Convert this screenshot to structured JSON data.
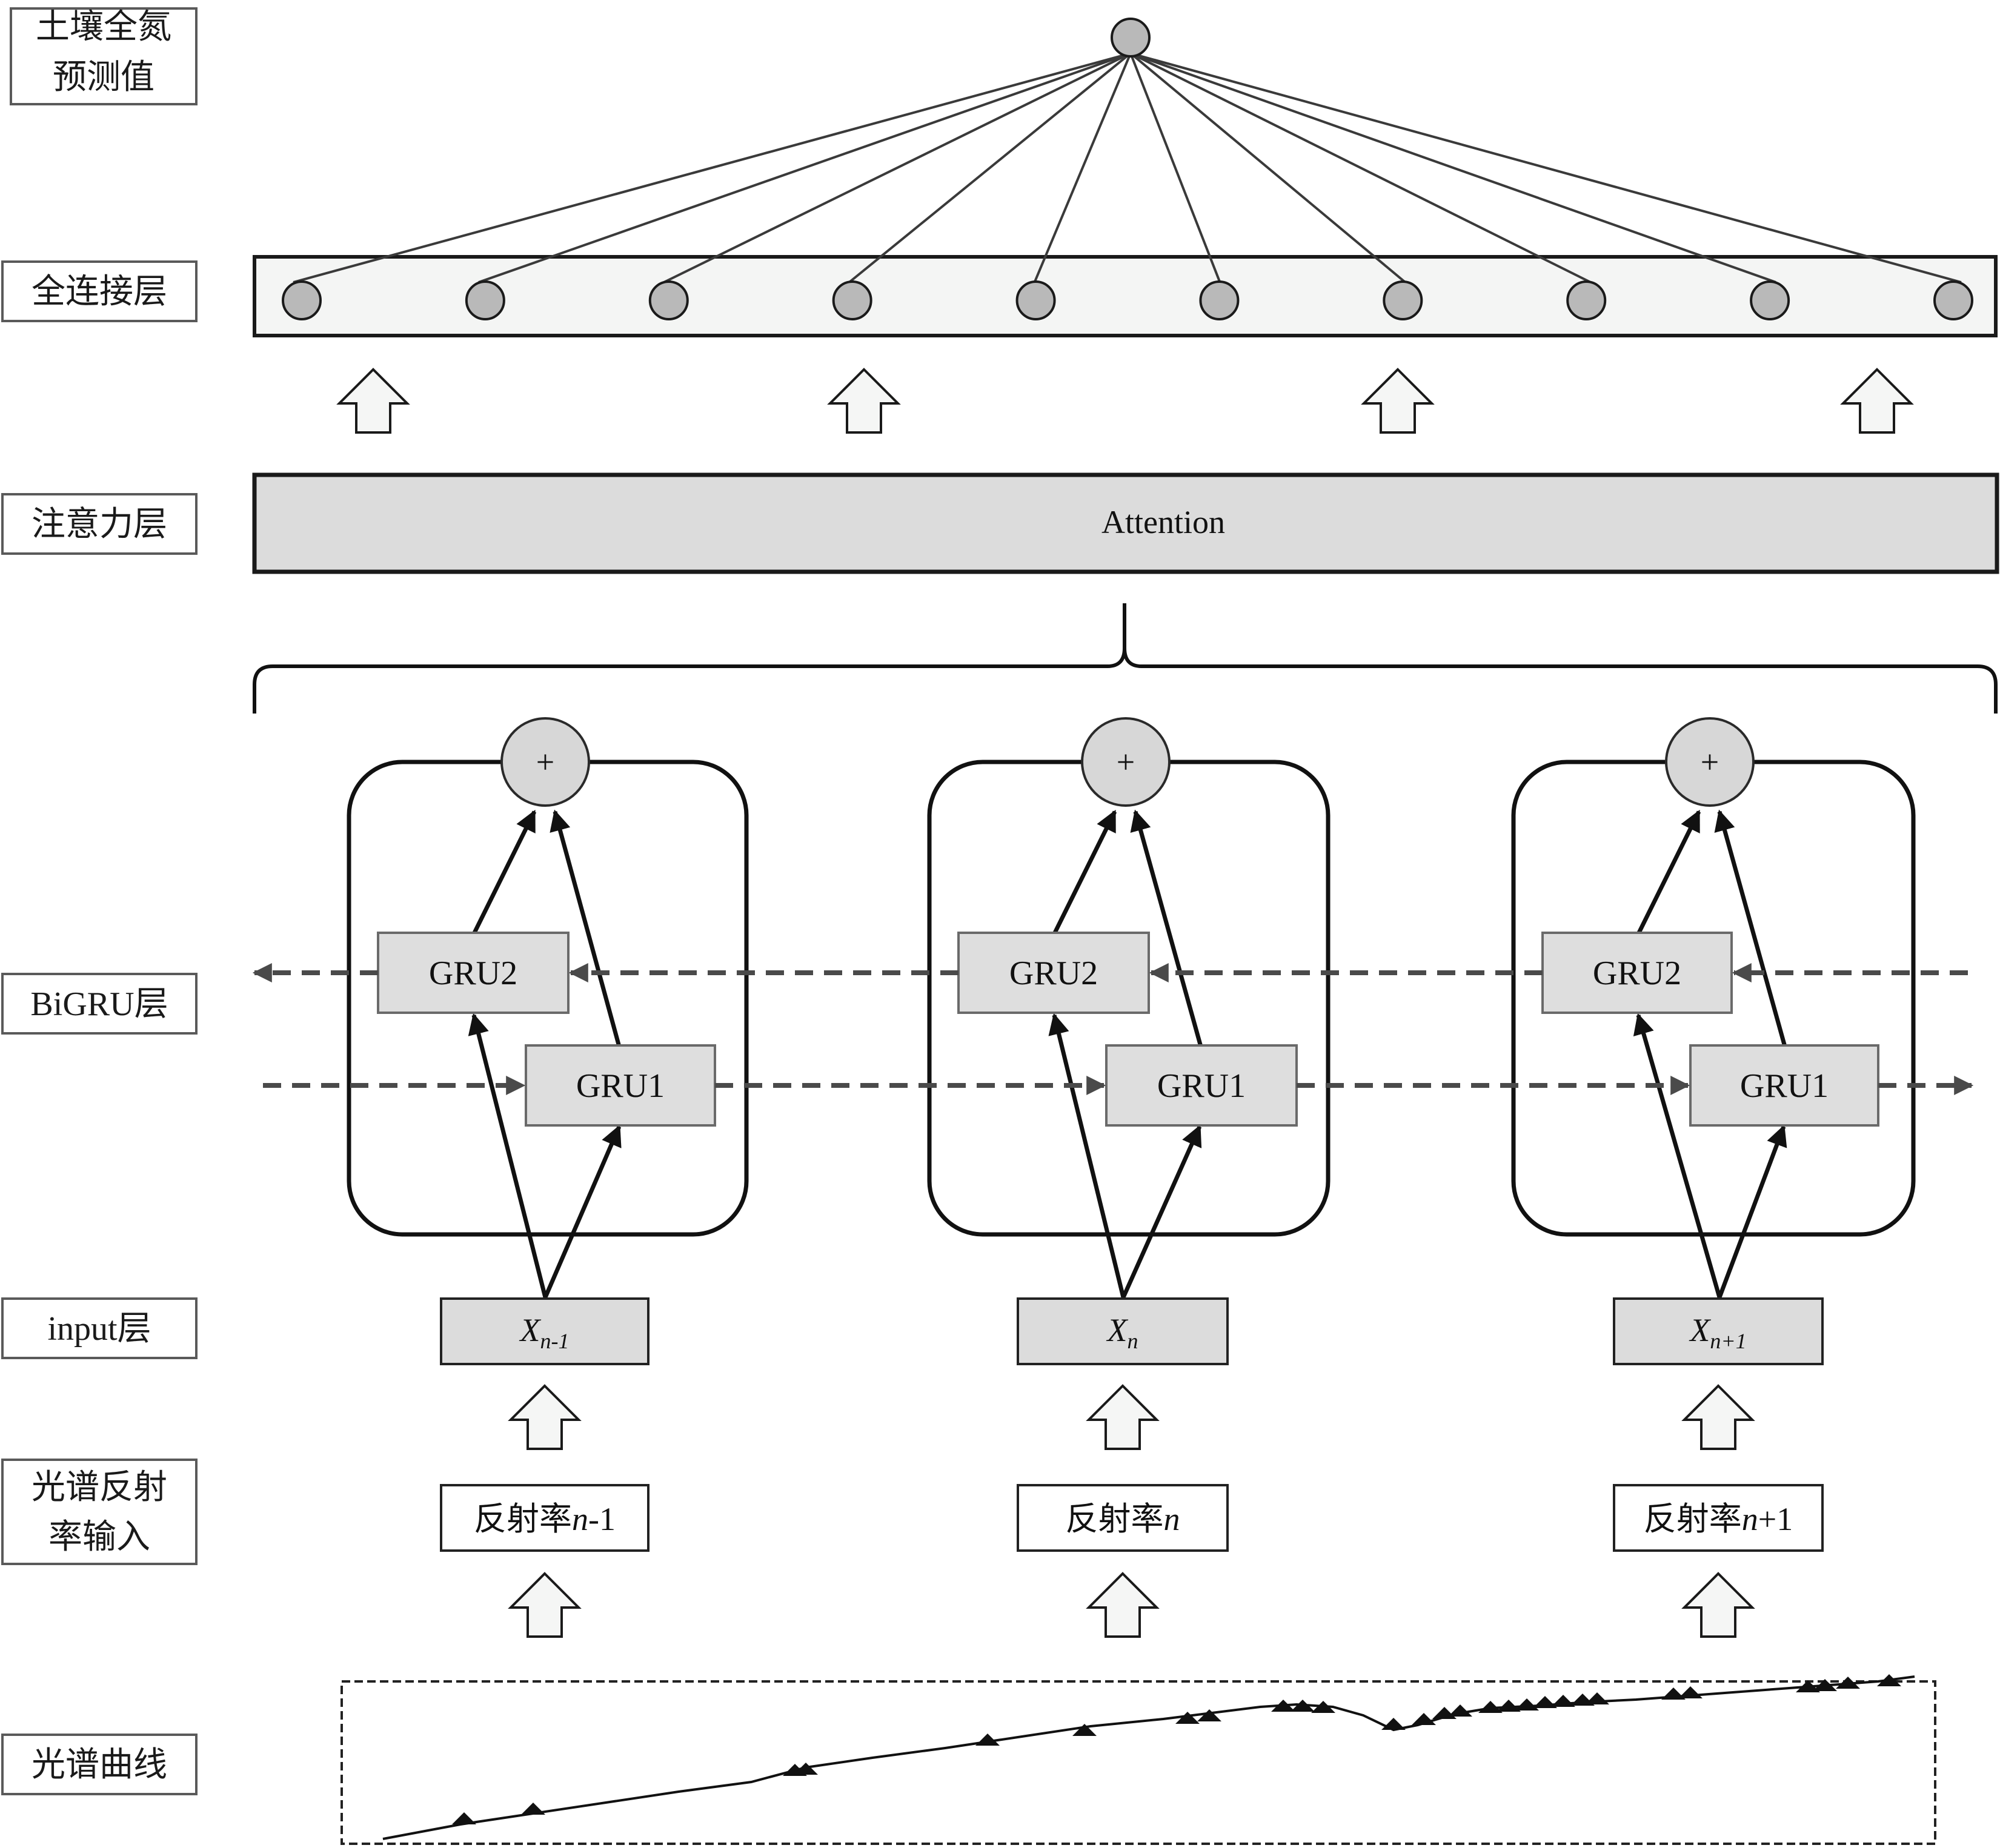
{
  "left_labels": {
    "output": [
      "土壤全氮",
      "预测值"
    ],
    "fc": "全连接层",
    "attention": "注意力层",
    "bigru": "BiGRU层",
    "input": "input层",
    "spectral_input": [
      "光谱反射",
      "率输入"
    ],
    "spectral_curve": "光谱曲线"
  },
  "attention_label": "Attention",
  "plus_symbol": "+",
  "cells": [
    {
      "gru2": "GRU2",
      "gru1": "GRU1",
      "x_main": "X",
      "x_sub": "n-1",
      "refl_prefix": "反射率",
      "refl_var": "n",
      "refl_suffix": "-1"
    },
    {
      "gru2": "GRU2",
      "gru1": "GRU1",
      "x_main": "X",
      "x_sub": "n",
      "refl_prefix": "反射率",
      "refl_var": "n",
      "refl_suffix": ""
    },
    {
      "gru2": "GRU2",
      "gru1": "GRU1",
      "x_main": "X",
      "x_sub": "n+1",
      "refl_prefix": "反射率",
      "refl_var": "n",
      "refl_suffix": "+1"
    }
  ],
  "fc_node_count": 10,
  "colors": {
    "node_fill": "#b9b9b9",
    "gru_fill": "#dedede",
    "attention_fill": "#dcdcdc",
    "stroke": "#111111"
  }
}
